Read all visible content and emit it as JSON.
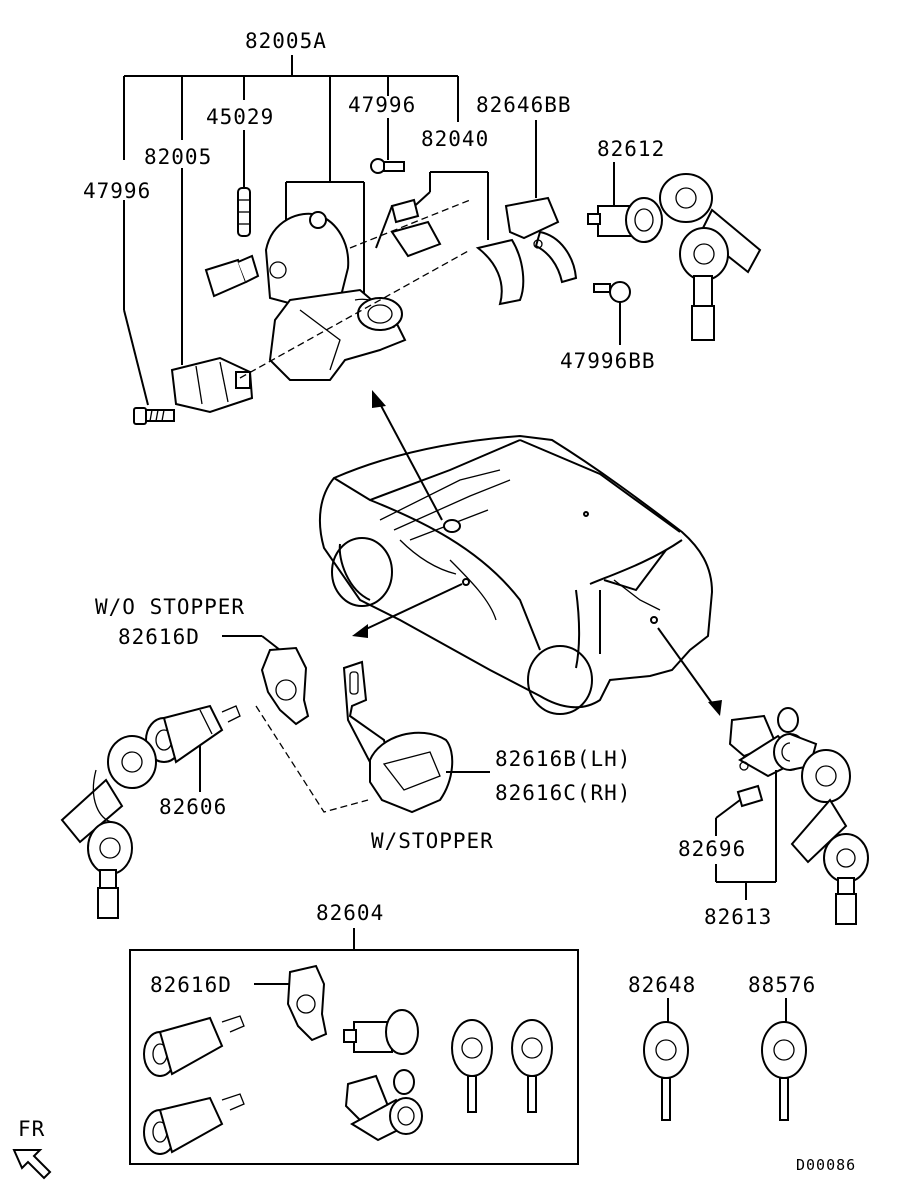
{
  "labels": {
    "p82005A": "82005A",
    "p45029": "45029",
    "p47996_top": "47996",
    "p82646BB": "82646BB",
    "p82040": "82040",
    "p82005": "82005",
    "p82612": "82612",
    "p47996_left": "47996",
    "p47996BB": "47996BB",
    "wo_stopper": "W/O STOPPER",
    "p82616D_top": "82616D",
    "p82616B": "82616B(LH)",
    "p82616C": "82616C(RH)",
    "p82606": "82606",
    "w_stopper": "W/STOPPER",
    "p82696": "82696",
    "p82613": "82613",
    "p82604": "82604",
    "p82616D_box": "82616D",
    "p82648": "82648",
    "p88576": "88576",
    "fr": "FR",
    "diagram_code": "D00086"
  },
  "icons": {
    "front_arrow": "fr-arrow-icon",
    "key": "key-icon",
    "car": "vehicle-outline"
  }
}
